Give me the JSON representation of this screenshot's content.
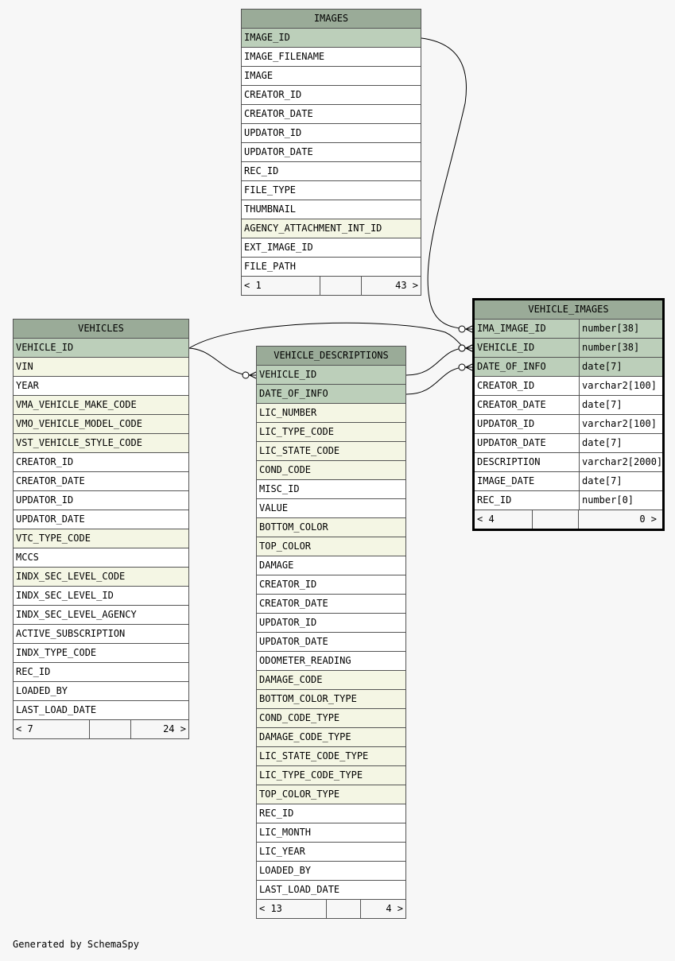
{
  "footer_note": "Generated by SchemaSpy",
  "tables": [
    {
      "key": "images",
      "name": "IMAGES",
      "columns": [
        {
          "name": "IMAGE_ID",
          "kind": "pk"
        },
        {
          "name": "IMAGE_FILENAME",
          "kind": "plain"
        },
        {
          "name": "IMAGE",
          "kind": "plain"
        },
        {
          "name": "CREATOR_ID",
          "kind": "plain"
        },
        {
          "name": "CREATOR_DATE",
          "kind": "plain"
        },
        {
          "name": "UPDATOR_ID",
          "kind": "plain"
        },
        {
          "name": "UPDATOR_DATE",
          "kind": "plain"
        },
        {
          "name": "REC_ID",
          "kind": "plain"
        },
        {
          "name": "FILE_TYPE",
          "kind": "plain"
        },
        {
          "name": "THUMBNAIL",
          "kind": "plain"
        },
        {
          "name": "AGENCY_ATTACHMENT_INT_ID",
          "kind": "fk"
        },
        {
          "name": "EXT_IMAGE_ID",
          "kind": "plain"
        },
        {
          "name": "FILE_PATH",
          "kind": "plain"
        }
      ],
      "footer": {
        "left": "< 1",
        "right": "43 >"
      }
    },
    {
      "key": "vehicles",
      "name": "VEHICLES",
      "columns": [
        {
          "name": "VEHICLE_ID",
          "kind": "pk"
        },
        {
          "name": "VIN",
          "kind": "fk"
        },
        {
          "name": "YEAR",
          "kind": "plain"
        },
        {
          "name": "VMA_VEHICLE_MAKE_CODE",
          "kind": "fk"
        },
        {
          "name": "VMO_VEHICLE_MODEL_CODE",
          "kind": "fk"
        },
        {
          "name": "VST_VEHICLE_STYLE_CODE",
          "kind": "fk"
        },
        {
          "name": "CREATOR_ID",
          "kind": "plain"
        },
        {
          "name": "CREATOR_DATE",
          "kind": "plain"
        },
        {
          "name": "UPDATOR_ID",
          "kind": "plain"
        },
        {
          "name": "UPDATOR_DATE",
          "kind": "plain"
        },
        {
          "name": "VTC_TYPE_CODE",
          "kind": "fk"
        },
        {
          "name": "MCCS",
          "kind": "plain"
        },
        {
          "name": "INDX_SEC_LEVEL_CODE",
          "kind": "fk"
        },
        {
          "name": "INDX_SEC_LEVEL_ID",
          "kind": "plain"
        },
        {
          "name": "INDX_SEC_LEVEL_AGENCY",
          "kind": "plain"
        },
        {
          "name": "ACTIVE_SUBSCRIPTION",
          "kind": "plain"
        },
        {
          "name": "INDX_TYPE_CODE",
          "kind": "plain"
        },
        {
          "name": "REC_ID",
          "kind": "plain"
        },
        {
          "name": "LOADED_BY",
          "kind": "plain"
        },
        {
          "name": "LAST_LOAD_DATE",
          "kind": "plain"
        }
      ],
      "footer": {
        "left": "< 7",
        "right": "24 >"
      }
    },
    {
      "key": "vehicle_descriptions",
      "name": "VEHICLE_DESCRIPTIONS",
      "columns": [
        {
          "name": "VEHICLE_ID",
          "kind": "pk"
        },
        {
          "name": "DATE_OF_INFO",
          "kind": "pk"
        },
        {
          "name": "LIC_NUMBER",
          "kind": "fk"
        },
        {
          "name": "LIC_TYPE_CODE",
          "kind": "fk"
        },
        {
          "name": "LIC_STATE_CODE",
          "kind": "fk"
        },
        {
          "name": "COND_CODE",
          "kind": "fk"
        },
        {
          "name": "MISC_ID",
          "kind": "plain"
        },
        {
          "name": "VALUE",
          "kind": "plain"
        },
        {
          "name": "BOTTOM_COLOR",
          "kind": "fk"
        },
        {
          "name": "TOP_COLOR",
          "kind": "fk"
        },
        {
          "name": "DAMAGE",
          "kind": "plain"
        },
        {
          "name": "CREATOR_ID",
          "kind": "plain"
        },
        {
          "name": "CREATOR_DATE",
          "kind": "plain"
        },
        {
          "name": "UPDATOR_ID",
          "kind": "plain"
        },
        {
          "name": "UPDATOR_DATE",
          "kind": "plain"
        },
        {
          "name": "ODOMETER_READING",
          "kind": "plain"
        },
        {
          "name": "DAMAGE_CODE",
          "kind": "fk"
        },
        {
          "name": "BOTTOM_COLOR_TYPE",
          "kind": "fk"
        },
        {
          "name": "COND_CODE_TYPE",
          "kind": "fk"
        },
        {
          "name": "DAMAGE_CODE_TYPE",
          "kind": "fk"
        },
        {
          "name": "LIC_STATE_CODE_TYPE",
          "kind": "fk"
        },
        {
          "name": "LIC_TYPE_CODE_TYPE",
          "kind": "fk"
        },
        {
          "name": "TOP_COLOR_TYPE",
          "kind": "fk"
        },
        {
          "name": "REC_ID",
          "kind": "plain"
        },
        {
          "name": "LIC_MONTH",
          "kind": "plain"
        },
        {
          "name": "LIC_YEAR",
          "kind": "plain"
        },
        {
          "name": "LOADED_BY",
          "kind": "plain"
        },
        {
          "name": "LAST_LOAD_DATE",
          "kind": "plain"
        }
      ],
      "footer": {
        "left": "< 13",
        "right": "4 >"
      }
    },
    {
      "key": "vehicle_images",
      "name": "VEHICLE_IMAGES",
      "focus": true,
      "columns": [
        {
          "name": "IMA_IMAGE_ID",
          "type": "number[38]",
          "kind": "pk"
        },
        {
          "name": "VEHICLE_ID",
          "type": "number[38]",
          "kind": "pk"
        },
        {
          "name": "DATE_OF_INFO",
          "type": "date[7]",
          "kind": "pk"
        },
        {
          "name": "CREATOR_ID",
          "type": "varchar2[100]",
          "kind": "plain"
        },
        {
          "name": "CREATOR_DATE",
          "type": "date[7]",
          "kind": "plain"
        },
        {
          "name": "UPDATOR_ID",
          "type": "varchar2[100]",
          "kind": "plain"
        },
        {
          "name": "UPDATOR_DATE",
          "type": "date[7]",
          "kind": "plain"
        },
        {
          "name": "DESCRIPTION",
          "type": "varchar2[2000]",
          "kind": "plain"
        },
        {
          "name": "IMAGE_DATE",
          "type": "date[7]",
          "kind": "plain"
        },
        {
          "name": "REC_ID",
          "type": "number[0]",
          "kind": "plain"
        }
      ],
      "footer": {
        "left": "< 4",
        "right": "0 >"
      }
    }
  ],
  "relationships": [
    {
      "from": "images.IMAGE_ID",
      "to": "vehicle_images.IMA_IMAGE_ID"
    },
    {
      "from": "vehicles.VEHICLE_ID",
      "to": "vehicle_images.VEHICLE_ID"
    },
    {
      "from": "vehicles.VEHICLE_ID",
      "to": "vehicle_descriptions.VEHICLE_ID"
    },
    {
      "from": "vehicle_descriptions.VEHICLE_ID",
      "to": "vehicle_images.VEHICLE_ID"
    },
    {
      "from": "vehicle_descriptions.DATE_OF_INFO",
      "to": "vehicle_images.DATE_OF_INFO"
    }
  ],
  "colors": {
    "header": "#9aab98",
    "primary_key": "#bccfba",
    "foreign_key": "#f4f6e4",
    "plain": "#ffffff",
    "background": "#f7f7f7"
  }
}
